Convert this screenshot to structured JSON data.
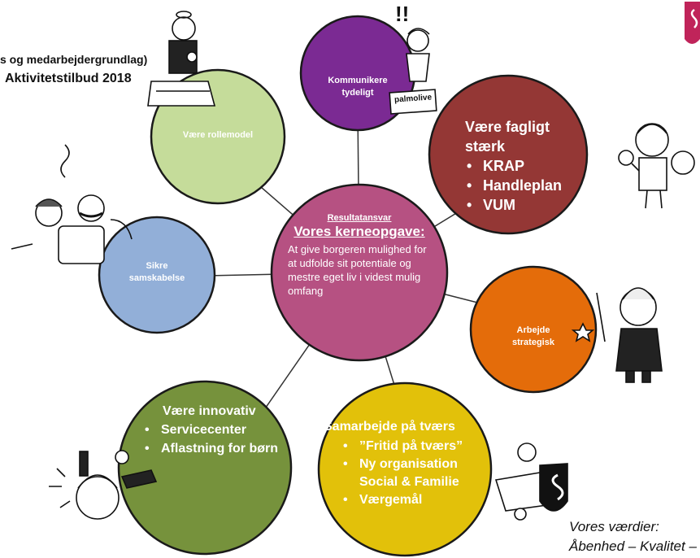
{
  "header": {
    "line1": "s og medarbejdergrundlag)",
    "line2": "Aktivitetstilbud 2018"
  },
  "center": {
    "kicker": "Resultatansvar",
    "title": "Vores kerneopgave:",
    "body": "At give borgeren mulighed for at udfolde sit potentiale og mestre eget liv i videst mulig omfang"
  },
  "circles": {
    "kommunikere": "Kommunikere tydeligt",
    "rollemodel": "Være rollemodel",
    "fagligt": {
      "title": "Være fagligt stærk",
      "items": [
        "KRAP",
        "Handleplan",
        "VUM"
      ]
    },
    "samskabelse": "Sikre samskabelse",
    "strategisk": "Arbejde strategisk",
    "innovativ": {
      "title": "Være innovativ",
      "items": [
        "Servicecenter",
        "Aflastning for børn"
      ]
    },
    "tvaers": {
      "title": "Samarbejde på tværs",
      "items": [
        "”Fritid på tværs”",
        "Ny organisation Social & Familie",
        "Værgemål"
      ]
    }
  },
  "illustration": {
    "sign_text": "palmolive",
    "exclaim": "!!"
  },
  "values": {
    "label": "Vores værdier:",
    "list": "Åbenhed – Kvalitet –"
  },
  "colors": {
    "center": "#b65182",
    "kommunikere": "#7b2a93",
    "rollemodel": "#c5dc9a",
    "fagligt": "#943735",
    "samskabelse": "#92afd8",
    "strategisk": "#e46c0a",
    "innovativ": "#76923c",
    "tvaers": "#e2c10a",
    "logo": "#c0245a"
  }
}
